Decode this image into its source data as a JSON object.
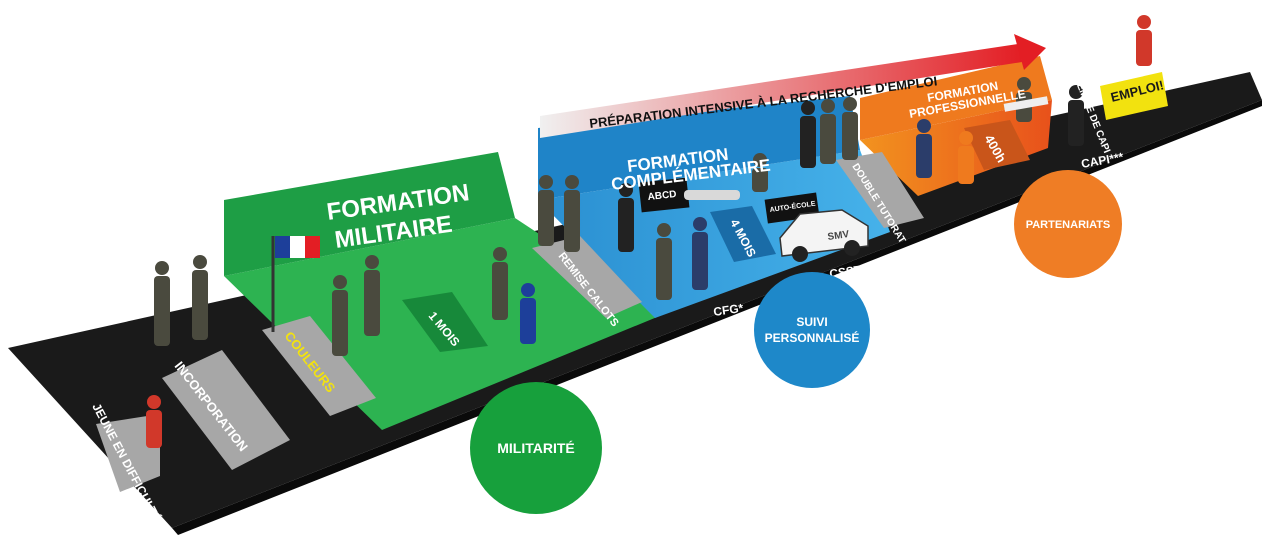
{
  "arrow": {
    "text": "PRÉPARATION INTENSIVE À LA RECHERCHE D'EMPLOI"
  },
  "stages": {
    "start": "JEUNE EN DIFFICULTÉ",
    "incorporation": "INCORPORATION",
    "couleurs": "COULEURS",
    "remise_calots": "REMISE CALOTS",
    "double_tutorat": "DOUBLE TUTORAT",
    "remise_capi": "REMISE DE CAPI",
    "emploi": "EMPLOI!"
  },
  "panels": {
    "militaire": {
      "title_line1": "FORMATION",
      "title_line2": "MILITAIRE",
      "duration": "1 MOIS"
    },
    "complementaire": {
      "title_line1": "FORMATION",
      "title_line2": "COMPLÉMENTAIRE",
      "duration": "4 MOIS",
      "board_text": "ABCD",
      "auto_ecole": "AUTO-ÉCOLE",
      "car_plate": "SMV"
    },
    "professionnelle": {
      "title_line1": "FORMATION",
      "title_line2": "PROFESSIONNELLE",
      "duration": "400h"
    }
  },
  "milestones": {
    "cfg": "CFG*",
    "csst": "CSST**",
    "capi": "CAPI***"
  },
  "circles": [
    {
      "label": "MILITARITÉ",
      "color": "#17a03c"
    },
    {
      "label_line1": "SUIVI",
      "label_line2": "PERSONNALISÉ",
      "color": "#1e88c9"
    },
    {
      "label": "PARTENARIATS",
      "color": "#ef7d25"
    }
  ],
  "colors": {
    "road": "#1a1a1a",
    "green": "#1e9e45",
    "blue": "#2f9fdc",
    "orange": "#f07a1e",
    "yellow": "#f2e20f",
    "red_arrow": "#e31e24",
    "grey_block": "#a7a7a7"
  }
}
